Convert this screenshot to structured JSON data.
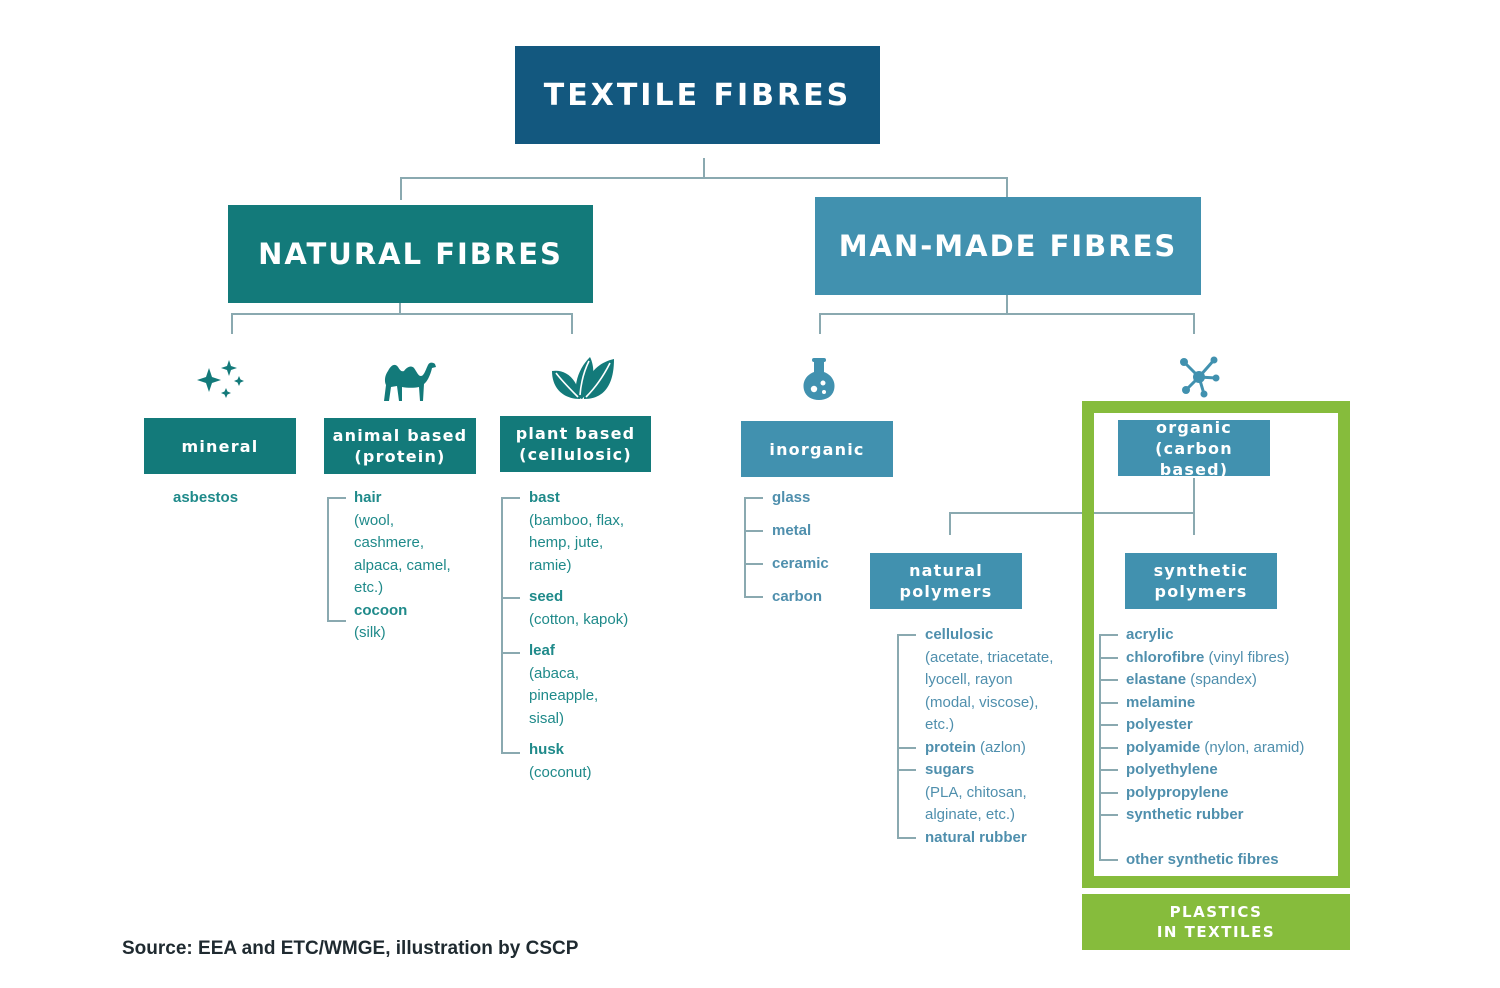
{
  "title": "TEXTILE FIBRES",
  "natural": {
    "title": "NATURAL FIBRES",
    "mineral": {
      "label": "mineral",
      "icon": "sparkles-icon",
      "items": [
        {
          "t": "asbestos"
        }
      ]
    },
    "animal": {
      "label_lines": [
        "animal based",
        "(protein)"
      ],
      "icon": "camel-icon",
      "items": [
        {
          "t": "hair",
          "d": [
            "(wool,",
            "cashmere,",
            "alpaca, camel,",
            "etc.)"
          ]
        },
        {
          "t": "cocoon",
          "d": [
            "(silk)"
          ]
        }
      ]
    },
    "plant": {
      "label_lines": [
        "plant based",
        "(cellulosic)"
      ],
      "icon": "leaves-icon",
      "items": [
        {
          "t": "bast",
          "d": [
            "(bamboo, flax,",
            "hemp, jute,",
            "ramie)"
          ]
        },
        {
          "t": "seed",
          "d": [
            "(cotton, kapok)"
          ]
        },
        {
          "t": "leaf",
          "d": [
            "(abaca,",
            "pineapple,",
            "sisal)"
          ]
        },
        {
          "t": "husk",
          "d": [
            "(coconut)"
          ]
        }
      ]
    }
  },
  "manmade": {
    "title": "MAN-MADE FIBRES",
    "inorganic": {
      "label": "inorganic",
      "icon": "flask-icon",
      "items": [
        {
          "t": "glass"
        },
        {
          "t": "metal"
        },
        {
          "t": "ceramic"
        },
        {
          "t": "carbon"
        }
      ]
    },
    "organic": {
      "label_lines": [
        "organic",
        "(carbon based)"
      ],
      "icon": "molecule-icon"
    },
    "natural_polymers": {
      "label_lines": [
        "natural",
        "polymers"
      ],
      "items": [
        {
          "t": "cellulosic",
          "d": [
            "(acetate, triacetate,",
            "lyocell, rayon",
            "(modal, viscose),",
            "etc.)"
          ]
        },
        {
          "t": "protein",
          "s": "(azlon)"
        },
        {
          "t": "sugars",
          "d": [
            "(PLA, chitosan,",
            "alginate, etc.)"
          ]
        },
        {
          "t": "natural rubber"
        }
      ]
    },
    "synthetic_polymers": {
      "label_lines": [
        "synthetic",
        "polymers"
      ],
      "items": [
        {
          "t": "acrylic"
        },
        {
          "t": "chlorofibre",
          "s": "(vinyl fibres)"
        },
        {
          "t": "elastane",
          "s": "(spandex)"
        },
        {
          "t": "melamine"
        },
        {
          "t": "polyester"
        },
        {
          "t": "polyamide",
          "s": "(nylon, aramid)"
        },
        {
          "t": "polyethylene"
        },
        {
          "t": "polypropylene"
        },
        {
          "t": "synthetic rubber"
        },
        {
          "t": "other synthetic fibres"
        }
      ]
    }
  },
  "plastics_label_lines": [
    "PLASTICS",
    "IN TEXTILES"
  ],
  "source": "Source: EEA and ETC/WMGE, illustration by CSCP",
  "colors": {
    "title_box": "#13587f",
    "natural": "#137a7a",
    "manmade": "#4191af",
    "plastics": "#86bc3c",
    "connector": "#8aa9b0"
  }
}
